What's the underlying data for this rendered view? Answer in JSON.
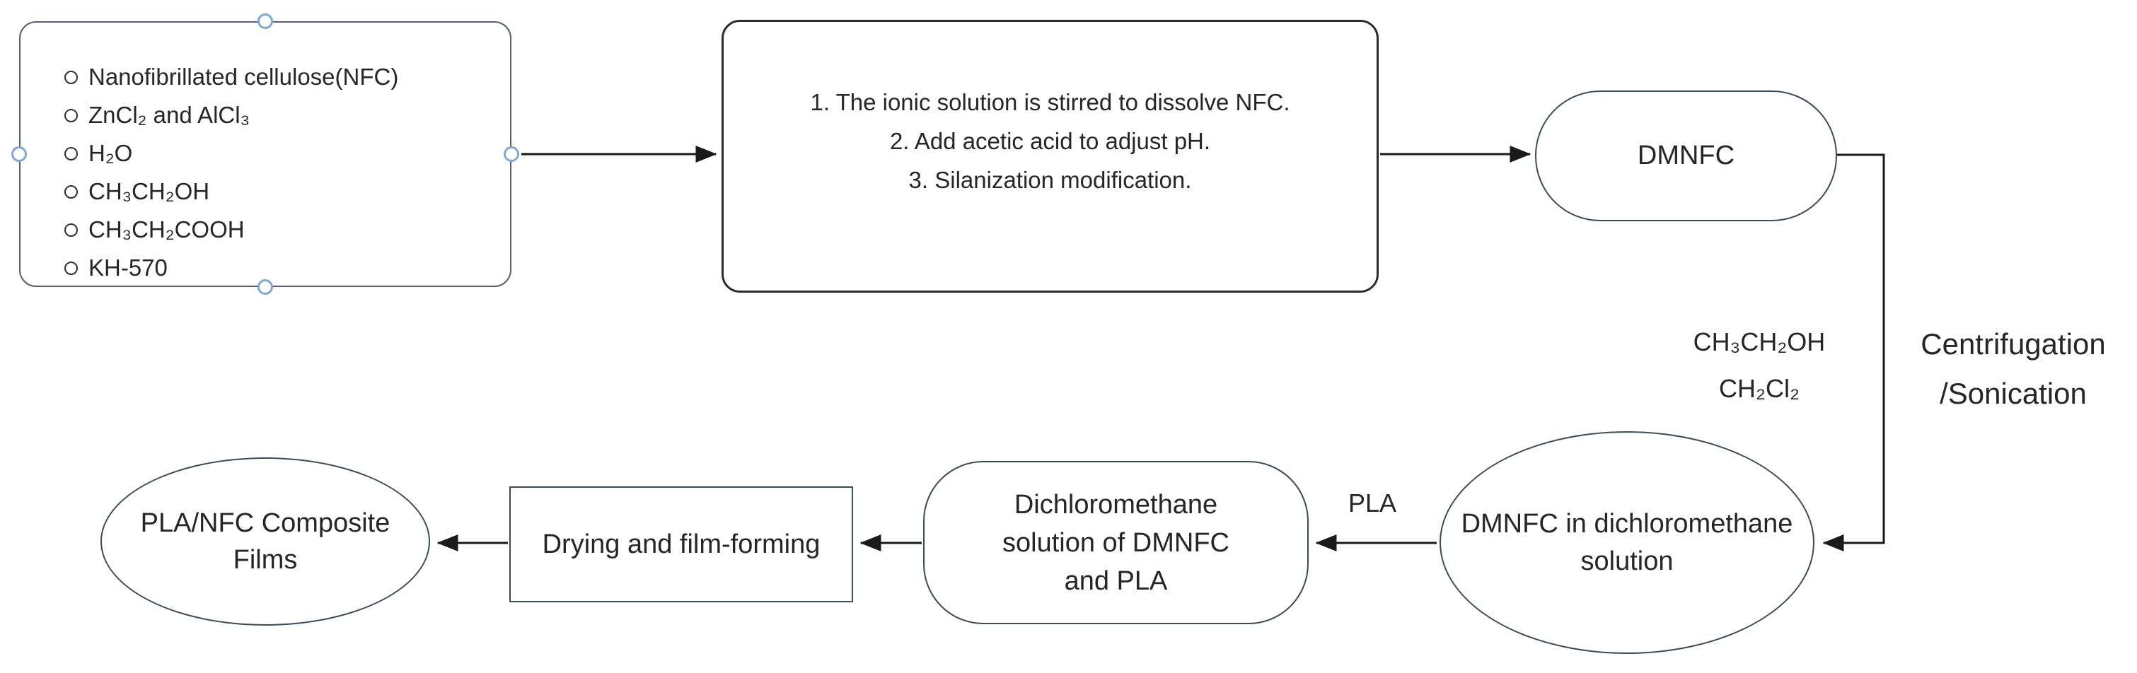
{
  "diagram": {
    "materials_box": {
      "items": [
        "Nanofibrillated cellulose(NFC)",
        "ZnCl₂ and AlCl₃",
        "H₂O",
        "CH₃CH₂OH",
        "CH₃CH₂COOH",
        "KH-570"
      ]
    },
    "process_box": {
      "steps": [
        "1. The ionic solution is stirred to dissolve NFC.",
        "2. Add acetic acid to adjust pH.",
        "3. Silanization modification."
      ]
    },
    "dmnfc_node": {
      "label": "DMNFC"
    },
    "solvent_label": {
      "line1": "CH₃CH₂OH",
      "line2": "CH₂Cl₂"
    },
    "centrifugation_label": {
      "line1": "Centrifugation",
      "line2": "/Sonication"
    },
    "dmnfc_solution_node": {
      "line1": "DMNFC in dichloromethane",
      "line2": "solution"
    },
    "pla_label": "PLA",
    "dcm_solution_node": {
      "line1": "Dichloromethane",
      "line2": "solution of DMNFC",
      "line3": "and PLA"
    },
    "drying_node": {
      "label": "Drying and film-forming"
    },
    "films_node": {
      "line1": "PLA/NFC Composite",
      "line2": "Films"
    }
  },
  "colors": {
    "background": "#ffffff",
    "text": "#262626",
    "arrow": "#1a1a1a",
    "shape_border": "#3f4a58",
    "selection_handle": "#7fa8d9"
  }
}
